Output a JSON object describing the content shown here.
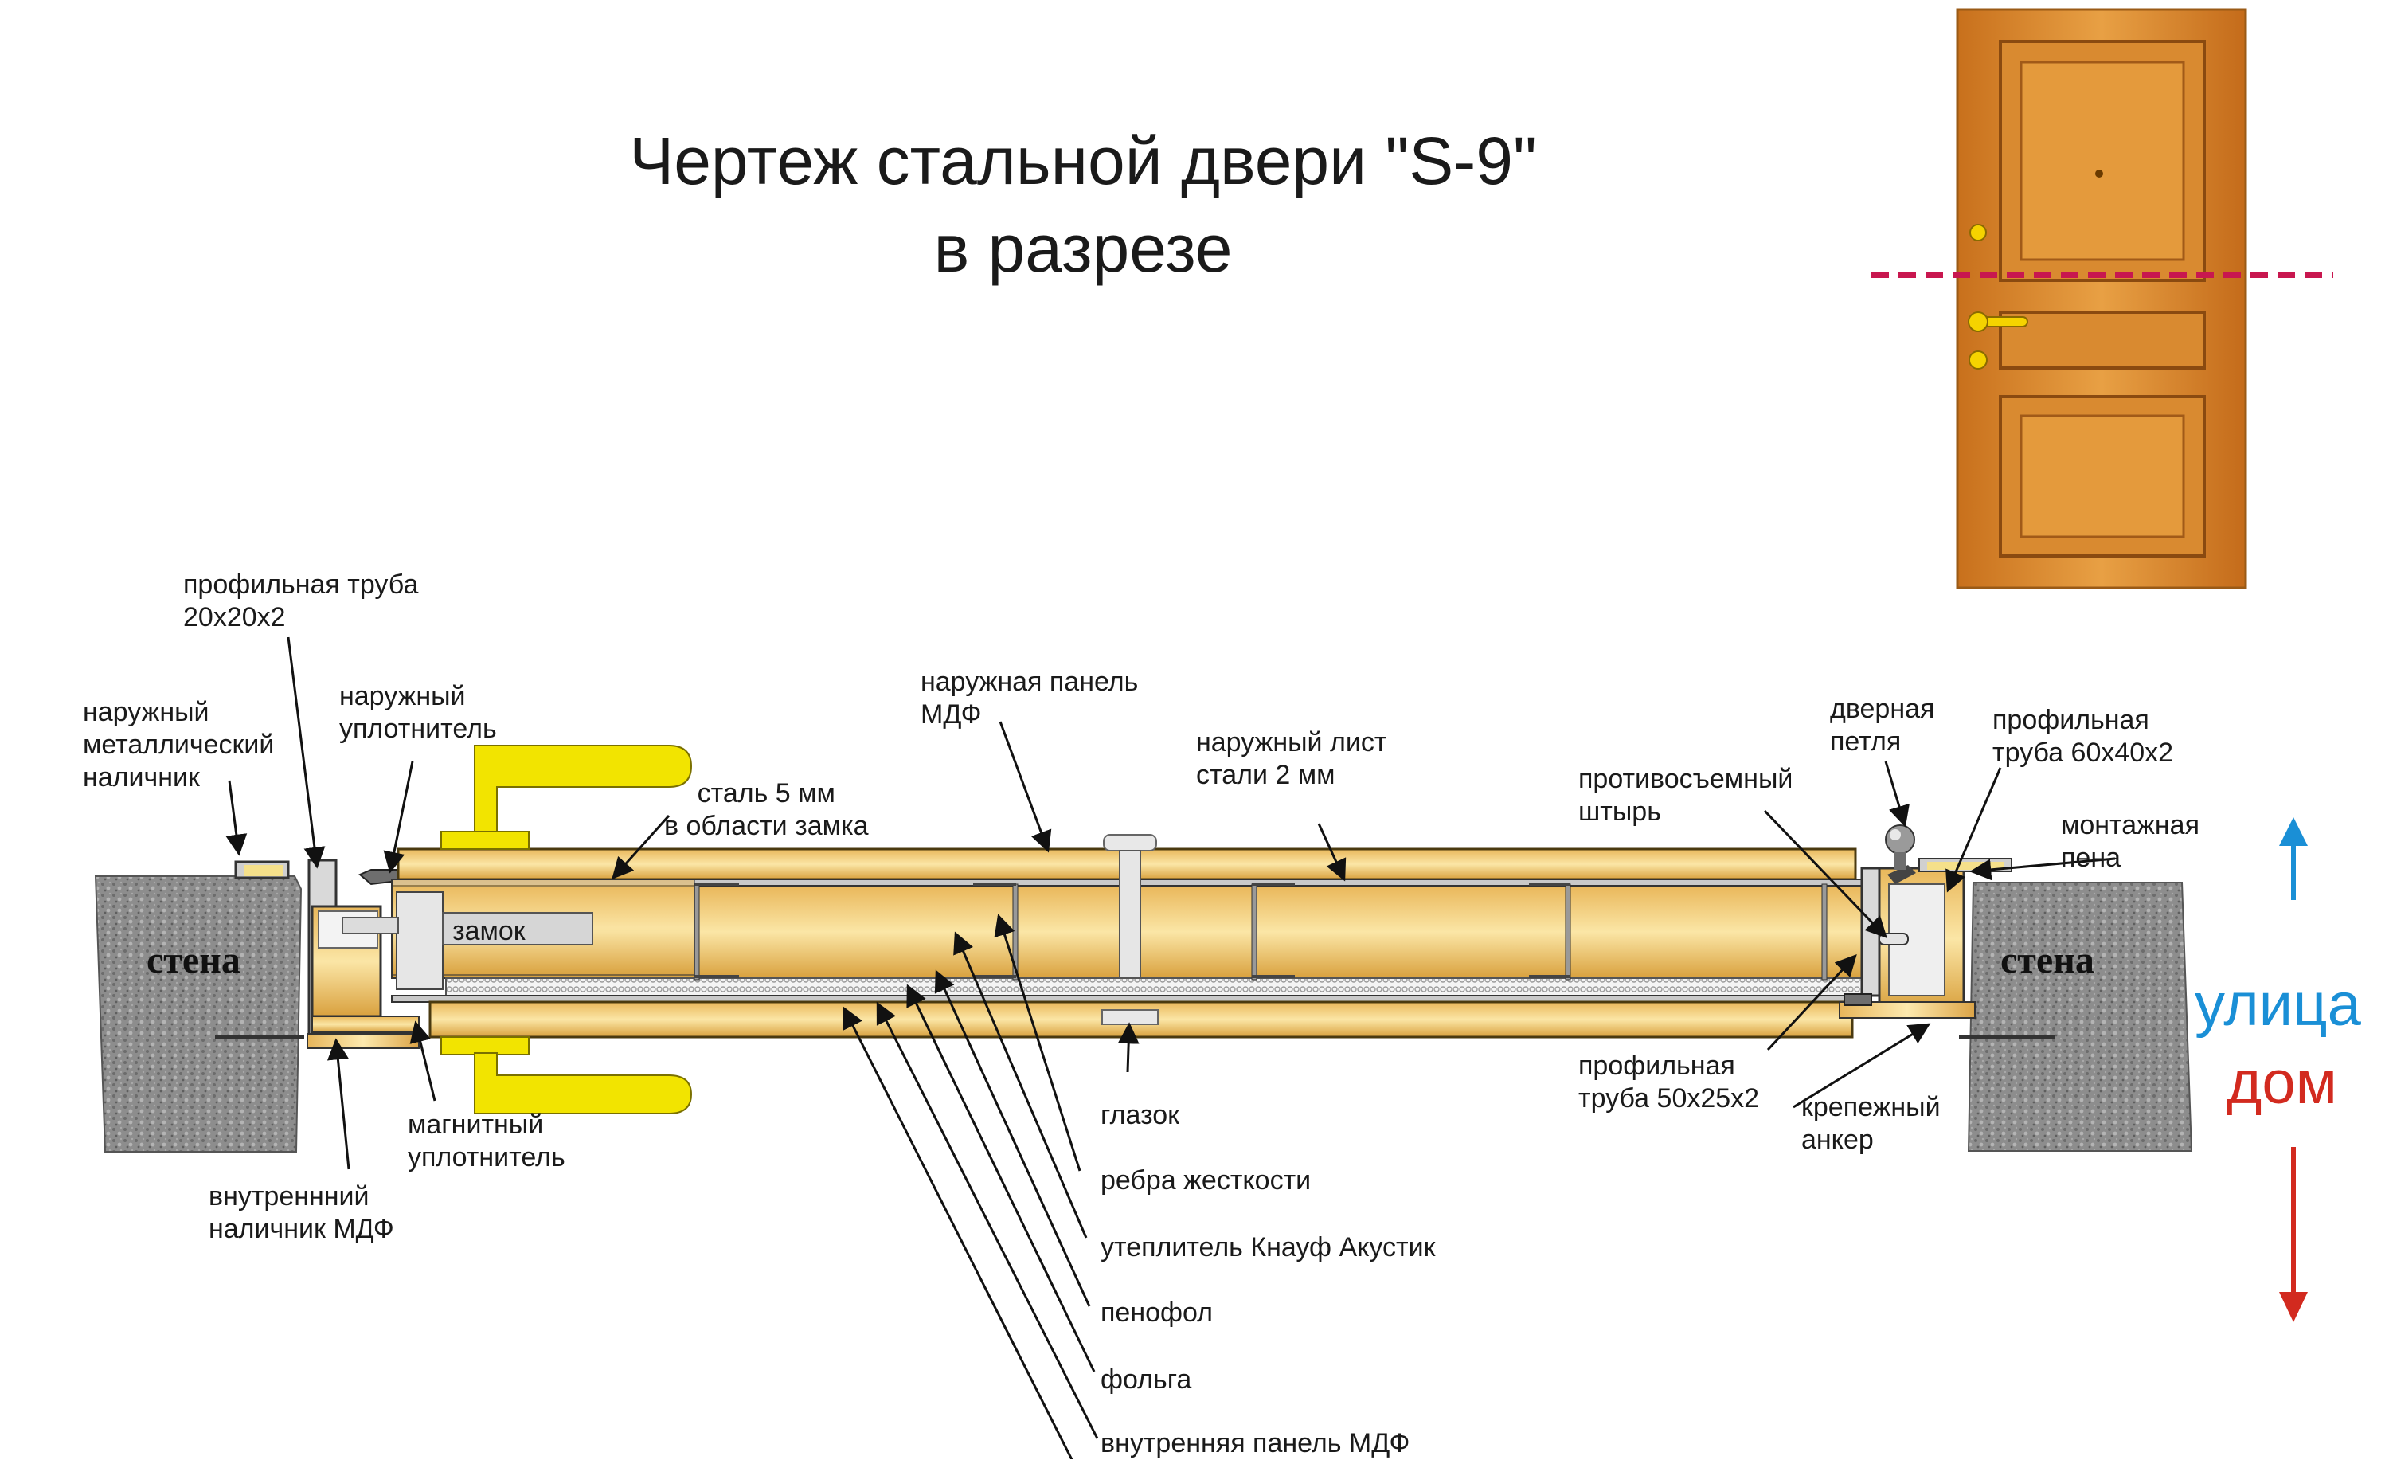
{
  "title": {
    "line1": "Чертеж стальной двери \"S-9\"",
    "line2": "в разрезе"
  },
  "walls": {
    "left": "стена",
    "right": "стена"
  },
  "lock_label": "замок",
  "directions": {
    "outside": {
      "text": "улица",
      "color": "#1a8fd6",
      "arrow": "arrow-up-icon"
    },
    "inside": {
      "text": "дом",
      "color": "#d22a1f",
      "arrow": "arrow-down-icon"
    }
  },
  "labels": {
    "profile_pipe_20": [
      "профильная труба",
      "20х20х2"
    ],
    "outer_metal_trim": [
      "наружный",
      "металлический",
      "наличник"
    ],
    "outer_seal": [
      "наружный",
      "уплотнитель"
    ],
    "steel_5mm": [
      "сталь 5 мм",
      "в области замка"
    ],
    "outer_panel": [
      "наружная панель",
      "МДФ"
    ],
    "outer_sheet": [
      "наружный лист",
      "стали 2 мм"
    ],
    "anti_removal_pin": [
      "противосъемный",
      "штырь"
    ],
    "door_hinge": [
      "дверная",
      "петля"
    ],
    "profile_pipe_60": [
      "профильная",
      "труба 60х40х2"
    ],
    "mounting_foam": [
      "монтажная",
      "пена"
    ],
    "magnetic_seal": [
      "магнитный",
      "уплотнитель"
    ],
    "inner_trim": [
      "внутреннний",
      "наличник МДФ"
    ],
    "peephole": [
      "глазок"
    ],
    "stiffeners": [
      "ребра жесткости"
    ],
    "insulation": [
      "утеплитель Кнауф Акустик"
    ],
    "penofol": [
      "пенофол"
    ],
    "foil": [
      "фольга"
    ],
    "inner_panel": [
      "внутренняя панель МДФ"
    ],
    "profile_pipe_50": [
      "профильная",
      "труба 50х25х2"
    ],
    "anchor": [
      "крепежный",
      "анкер"
    ]
  },
  "colors": {
    "wood_light": "#f6d78a",
    "wood_dark": "#d6a13c",
    "handle": "#f2e400",
    "concrete": "#8f8f8f",
    "cut_line": "#c8174f",
    "door_photo": "#d98a2f"
  }
}
